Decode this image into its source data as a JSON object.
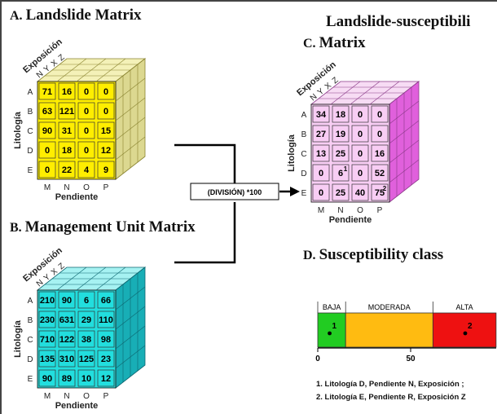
{
  "titles": {
    "a_letter": "A.",
    "a_text": "Landslide Matrix",
    "b_letter": "B.",
    "b_text": "Management Unit Matrix",
    "c_letter": "C.",
    "c_line1": "Landslide-susceptibili",
    "c_line2": "Matrix",
    "d_letter": "D.",
    "d_text": "Susceptibility class"
  },
  "operation_label": "(DIVISIÓN) *100",
  "axes": {
    "row_title": "Litología",
    "col_title": "Pendiente",
    "depth_title": "Exposición",
    "rows": [
      "A",
      "B",
      "C",
      "D",
      "E"
    ],
    "cols": [
      "M",
      "N",
      "O",
      "P"
    ],
    "depth": [
      "N",
      "Y",
      "X",
      "Z"
    ]
  },
  "matrices": {
    "landslide": [
      [
        71,
        16,
        0,
        0
      ],
      [
        63,
        121,
        0,
        0
      ],
      [
        90,
        31,
        0,
        15
      ],
      [
        0,
        18,
        0,
        12
      ],
      [
        0,
        22,
        4,
        9
      ]
    ],
    "management": [
      [
        210,
        90,
        6,
        66
      ],
      [
        230,
        631,
        29,
        110
      ],
      [
        710,
        122,
        38,
        98
      ],
      [
        135,
        310,
        125,
        23
      ],
      [
        90,
        89,
        10,
        12
      ]
    ],
    "susceptibility": [
      [
        34,
        18,
        0,
        0
      ],
      [
        27,
        19,
        0,
        0
      ],
      [
        13,
        25,
        0,
        16
      ],
      [
        0,
        "6",
        0,
        52
      ],
      [
        0,
        25,
        40,
        "75"
      ]
    ],
    "footnote_marks": [
      {
        "row": 3,
        "col": 1,
        "mark": "1"
      },
      {
        "row": 4,
        "col": 3,
        "mark": "2"
      }
    ]
  },
  "colors": {
    "landslide": {
      "front": "#ffee00",
      "side": "#dcd890",
      "top": "#f4f1b8",
      "grid": "#8a8430"
    },
    "management": {
      "front": "#22dede",
      "side": "#18aeb6",
      "top": "#a6f2f2",
      "grid": "#0d6670"
    },
    "susceptibility": {
      "front": "#f8cdf4",
      "side": "#e060dc",
      "top": "#f7dcf4",
      "grid": "#8a3a88"
    },
    "baja": "#22cc22",
    "moderada": "#ffbb11",
    "alta": "#ee1111"
  },
  "scale": {
    "classes": [
      "BAJA",
      "MODERADA",
      "ALTA"
    ],
    "tick_labels": [
      "0",
      "50"
    ],
    "points": [
      {
        "label": "1",
        "value": 2
      },
      {
        "label": "2",
        "value": 75
      }
    ]
  },
  "notes": [
    "1. Litología D, Pendiente N, Exposición ;",
    "2. Litología E, Pendiente R, Exposición Z"
  ]
}
